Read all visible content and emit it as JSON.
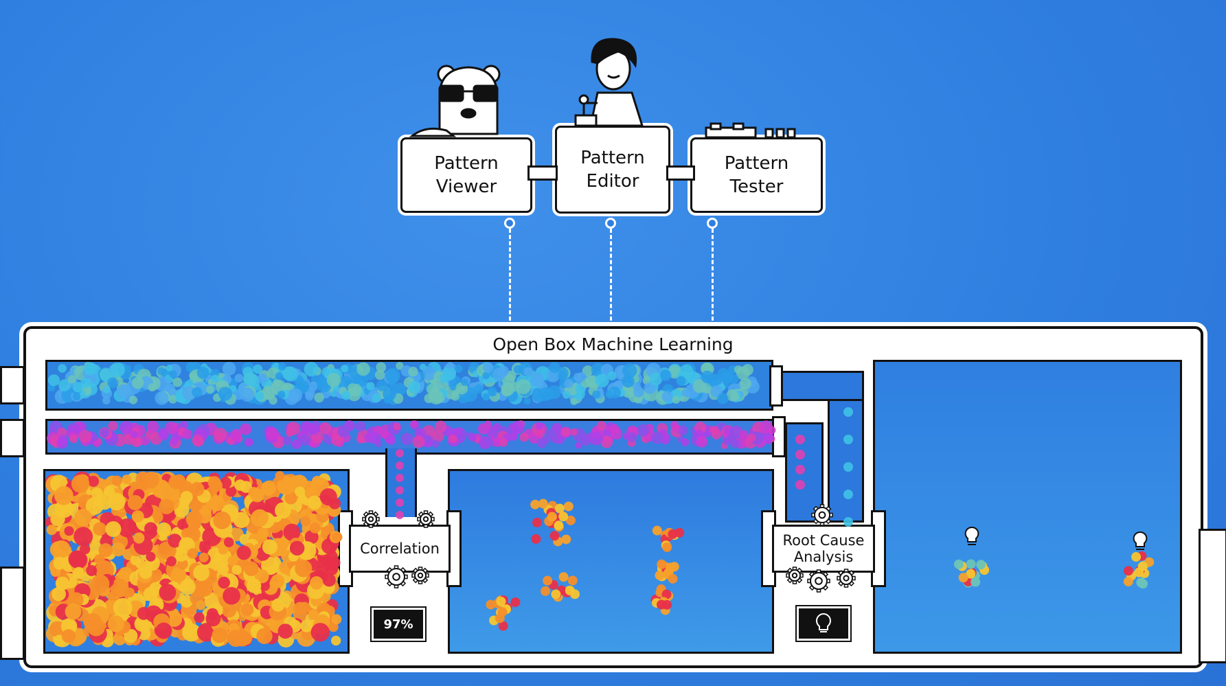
{
  "tools": [
    {
      "id": "viewer",
      "label": "Pattern\nViewer"
    },
    {
      "id": "editor",
      "label": "Pattern\nEditor"
    },
    {
      "id": "tester",
      "label": "Pattern\nTester"
    }
  ],
  "frame": {
    "title": "Open Box Machine Learning"
  },
  "processes": {
    "correlation": {
      "label": "Correlation",
      "display": "97%"
    },
    "root_cause": {
      "label": "Root Cause\nAnalysis",
      "display_icon": "lightbulb-icon"
    }
  },
  "colors": {
    "background": "#2f7fe0",
    "stream_blue": [
      "#2a9de8",
      "#3fc1e6",
      "#4ea9f0",
      "#6bc4b8"
    ],
    "stream_purple": [
      "#b040e8",
      "#e040b0",
      "#8f4fe8",
      "#d03ad0"
    ],
    "raw_data": [
      "#f7a12b",
      "#e8304a",
      "#f6c531",
      "#f58f2a"
    ]
  }
}
